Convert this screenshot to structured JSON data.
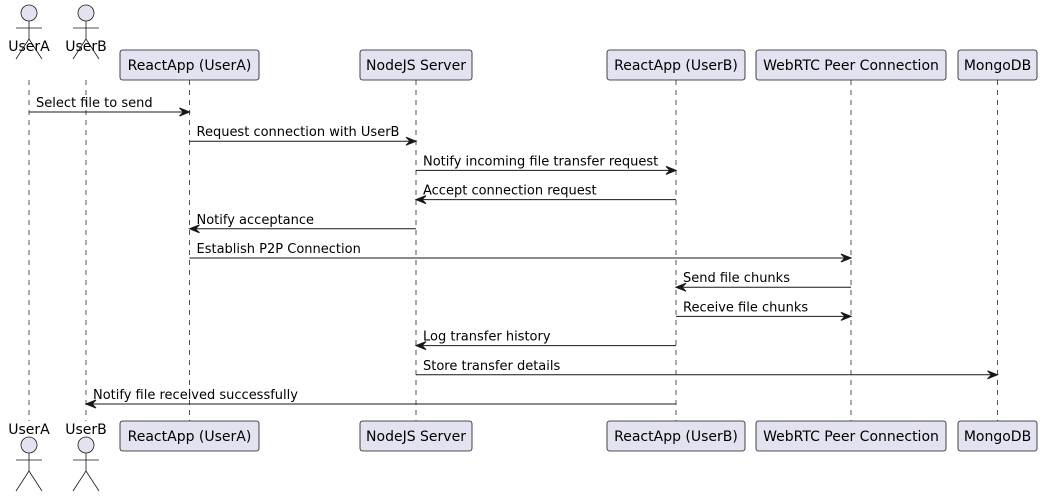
{
  "actors": [
    {
      "id": "userA",
      "label": "UserA"
    },
    {
      "id": "userB",
      "label": "UserB"
    }
  ],
  "participants": [
    {
      "id": "reactA",
      "label": "ReactApp (UserA)"
    },
    {
      "id": "node",
      "label": "NodeJS Server"
    },
    {
      "id": "reactB",
      "label": "ReactApp (UserB)"
    },
    {
      "id": "webrtc",
      "label": "WebRTC Peer Connection"
    },
    {
      "id": "mongo",
      "label": "MongoDB"
    }
  ],
  "messages": [
    {
      "from": "userA",
      "to": "reactA",
      "label": "Select file to send"
    },
    {
      "from": "reactA",
      "to": "node",
      "label": "Request connection with UserB"
    },
    {
      "from": "node",
      "to": "reactB",
      "label": "Notify incoming file transfer request"
    },
    {
      "from": "reactB",
      "to": "node",
      "label": "Accept connection request"
    },
    {
      "from": "node",
      "to": "reactA",
      "label": "Notify acceptance"
    },
    {
      "from": "reactA",
      "to": "webrtc",
      "label": "Establish P2P Connection"
    },
    {
      "from": "webrtc",
      "to": "reactB",
      "label": "Send file chunks"
    },
    {
      "from": "reactB",
      "to": "webrtc",
      "label": "Receive file chunks"
    },
    {
      "from": "reactB",
      "to": "node",
      "label": "Log transfer history"
    },
    {
      "from": "node",
      "to": "mongo",
      "label": "Store transfer details"
    },
    {
      "from": "reactB",
      "to": "userB",
      "label": "Notify file received successfully"
    }
  ]
}
